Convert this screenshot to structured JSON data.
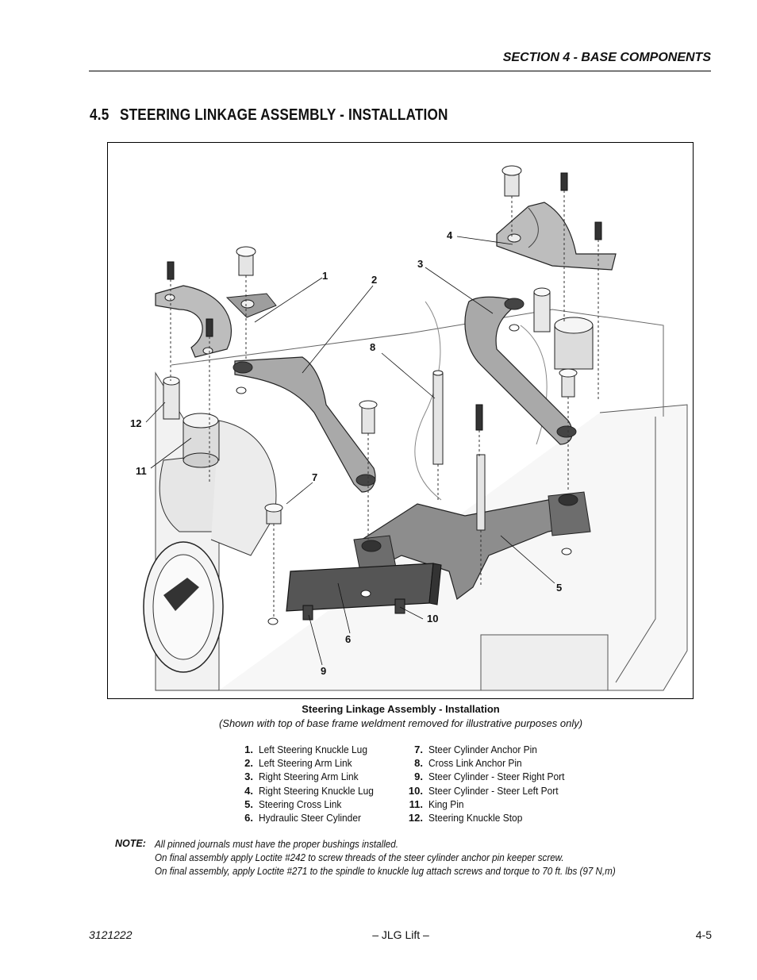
{
  "header": {
    "section": "SECTION 4 - BASE COMPONENTS"
  },
  "heading": {
    "number": "4.5",
    "title": "STEERING LINKAGE ASSEMBLY - INSTALLATION"
  },
  "figure": {
    "callouts": [
      "1",
      "2",
      "3",
      "4",
      "5",
      "6",
      "7",
      "8",
      "9",
      "10",
      "11",
      "12"
    ],
    "caption_title": "Steering Linkage Assembly - Installation",
    "caption_subtitle": "(Shown with top of base frame weldment removed for illustrative purposes only)"
  },
  "legend": {
    "left": [
      {
        "num": "1.",
        "text": "Left Steering Knuckle Lug"
      },
      {
        "num": "2.",
        "text": "Left Steering Arm Link"
      },
      {
        "num": "3.",
        "text": "Right Steering Arm Link"
      },
      {
        "num": "4.",
        "text": "Right Steering Knuckle Lug"
      },
      {
        "num": "5.",
        "text": "Steering Cross Link"
      },
      {
        "num": "6.",
        "text": "Hydraulic Steer Cylinder"
      }
    ],
    "right": [
      {
        "num": "7.",
        "text": "Steer Cylinder Anchor Pin"
      },
      {
        "num": "8.",
        "text": "Cross Link Anchor Pin"
      },
      {
        "num": "9.",
        "text": "Steer Cylinder - Steer Right Port"
      },
      {
        "num": "10.",
        "text": "Steer Cylinder - Steer Left Port"
      },
      {
        "num": "11.",
        "text": "King Pin"
      },
      {
        "num": "12.",
        "text": "Steering Knuckle Stop"
      }
    ]
  },
  "note": {
    "label": "NOTE:",
    "lines": [
      "All pinned journals must have the proper bushings installed.",
      "On final assembly apply Loctite #242 to screw threads of the steer cylinder anchor pin keeper screw.",
      "On final assembly, apply Loctite #271 to the spindle to knuckle lug attach screws and torque to 70 ft. lbs (97 N,m)"
    ]
  },
  "footer": {
    "doc_number": "3121222",
    "center": "– JLG Lift –",
    "page": "4-5"
  }
}
